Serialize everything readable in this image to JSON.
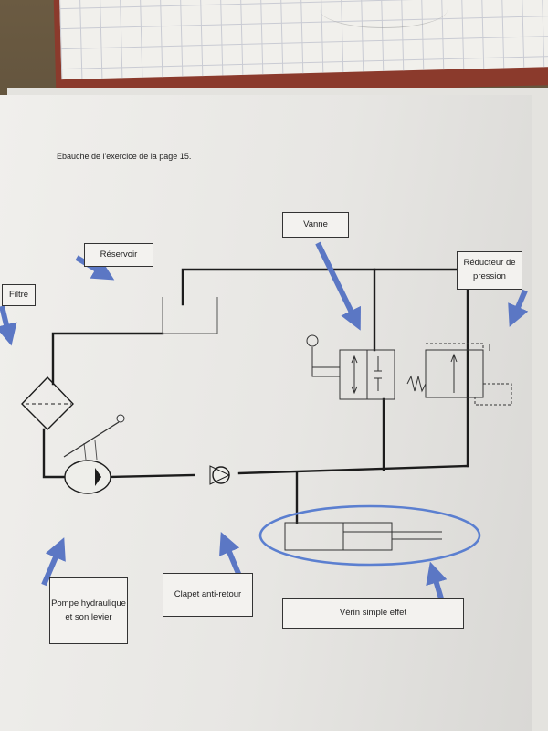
{
  "header": {
    "title": "Ebauche de l'exercice de la page 15."
  },
  "labels": {
    "reservoir": "Réservoir",
    "filtre": "Filtre",
    "vanne": "Vanne",
    "reducteur": "Réducteur de pression",
    "pompe": "Pompe hydraulique et son levier",
    "clapet": "Clapet anti-retour",
    "verin": "Vérin simple effet"
  },
  "colors": {
    "arrow": "#5b77c4",
    "ink": "#1c1c1c",
    "highlight": "#5b7fd0"
  }
}
